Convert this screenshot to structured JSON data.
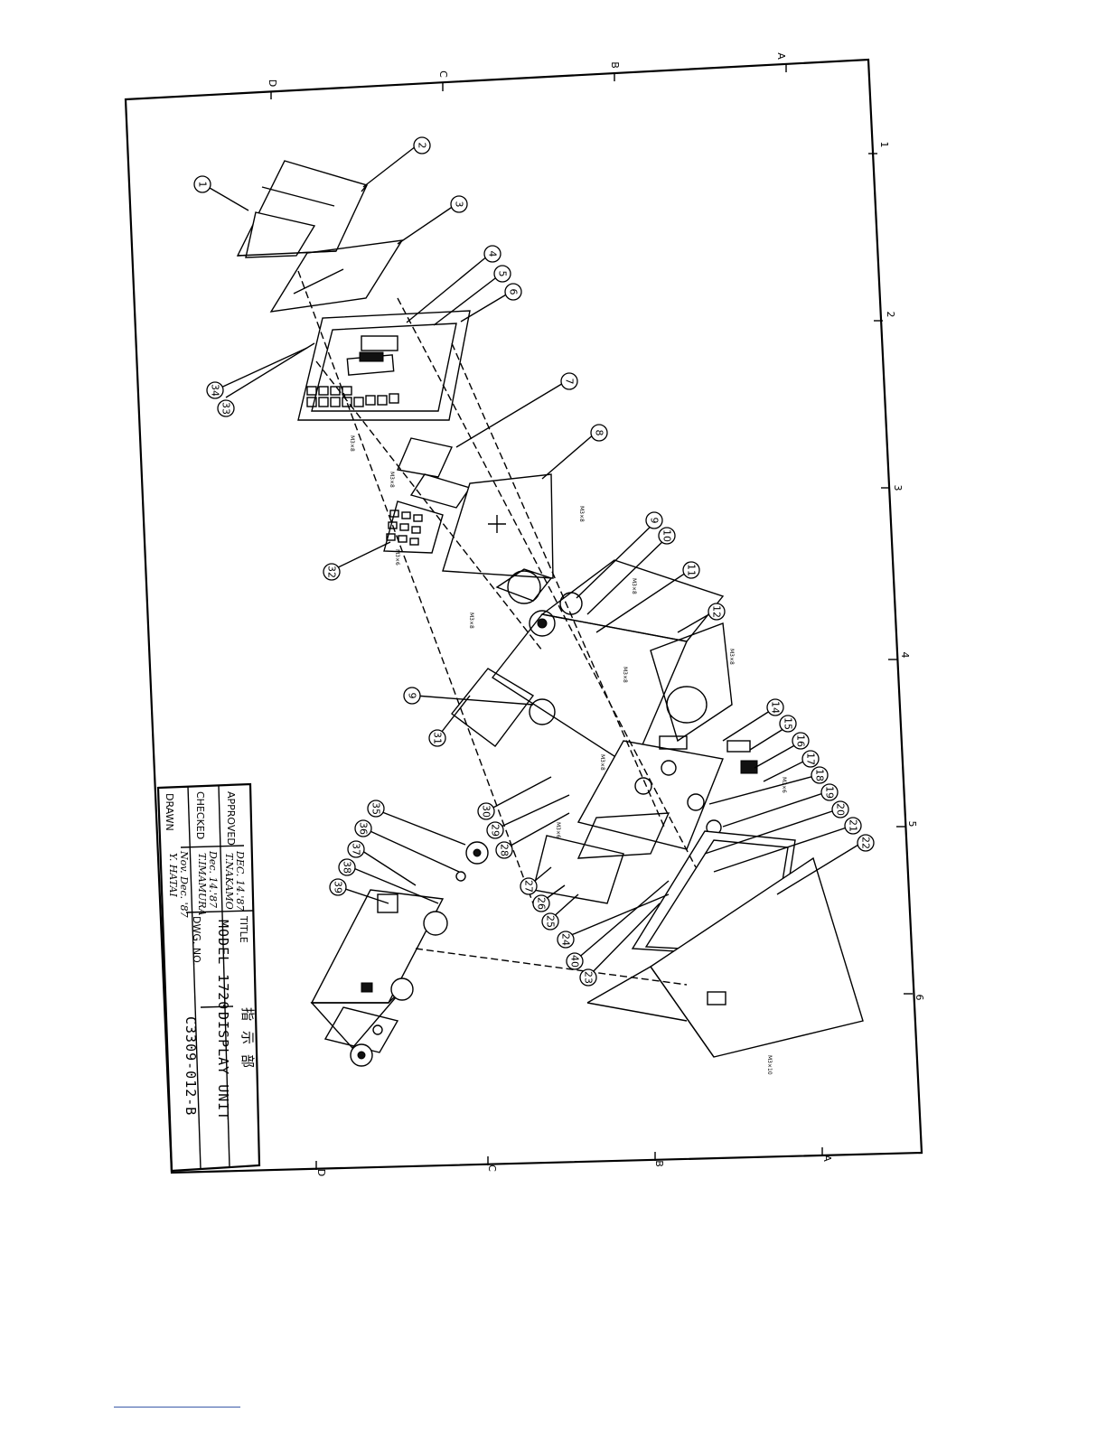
{
  "title_block": {
    "approved_label": "APPROVED",
    "approved_date": "DEC. 14.'87",
    "approved_name": "T.NAKAMO",
    "checked_label": "CHECKED",
    "checked_date": "Dec. 14.'87",
    "checked_name": "T.IMAMURA",
    "drawn_label": "DRAWN",
    "drawn_date": "Nov. Dec. '87",
    "drawn_name": "Y. HATAI",
    "title_label": "TITLE",
    "title_jp": "指 示 部",
    "model": "MODEL 1720",
    "name": "DISPLAY UNIT",
    "dwg_no_label": "DWG. NO.",
    "dwg_no": "C3309-012-B"
  },
  "zones": {
    "top": [
      "D",
      "C",
      "B",
      "A"
    ],
    "bottom": [
      "D",
      "C",
      "B",
      "A"
    ],
    "right": [
      "1",
      "2",
      "3",
      "4",
      "5",
      "6"
    ]
  },
  "balloons": [
    "1",
    "2",
    "3",
    "4",
    "5",
    "6",
    "7",
    "8",
    "9",
    "10",
    "11",
    "12",
    "14",
    "15",
    "16",
    "17",
    "18",
    "19",
    "20",
    "21",
    "22",
    "23",
    "24",
    "25",
    "26",
    "27",
    "28",
    "29",
    "30",
    "31",
    "32",
    "33",
    "34",
    "35",
    "36",
    "37",
    "38",
    "39",
    "40",
    "9"
  ],
  "small_labels": [
    "M3×8",
    "M3×8",
    "M3×6",
    "M3×8",
    "M3×8",
    "M3×8",
    "M3×8",
    "M3×6",
    "M3×8",
    "M3×8",
    "M3×6",
    "M3×10"
  ]
}
